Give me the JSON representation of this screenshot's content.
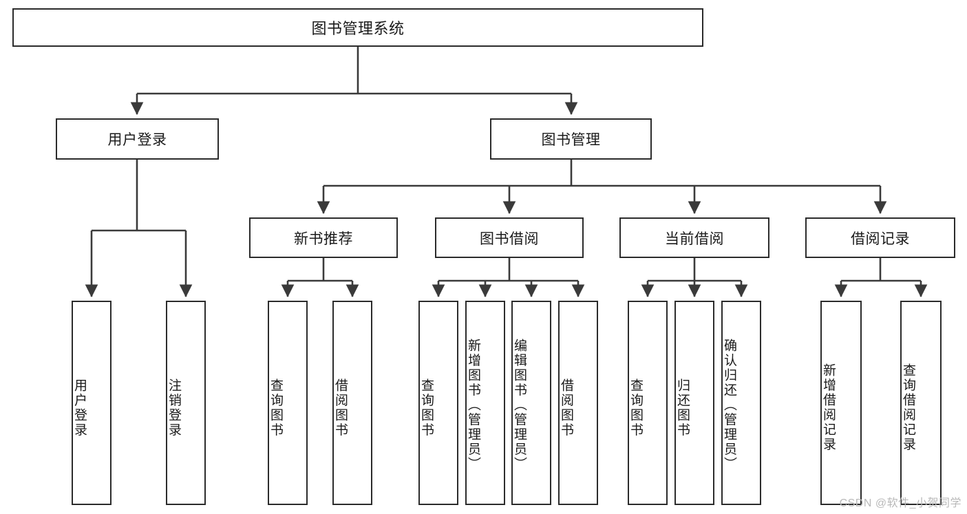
{
  "diagram": {
    "title": "图书管理系统",
    "type": "functional-decomposition-tree",
    "watermark": "CSDN @软件_小贺同学",
    "colors": {
      "box_border": "#2b2b2b",
      "box_fill": "#ffffff",
      "connector": "#3a3a3a",
      "text": "#1a1a1a",
      "watermark": "#b9b9b9",
      "background": "#ffffff"
    },
    "root": {
      "label": "图书管理系统"
    },
    "level2": [
      {
        "label": "用户登录"
      },
      {
        "label": "图书管理"
      }
    ],
    "level3": [
      {
        "label": "新书推荐"
      },
      {
        "label": "图书借阅"
      },
      {
        "label": "当前借阅"
      },
      {
        "label": "借阅记录"
      }
    ],
    "leaves": {
      "user_login": [
        {
          "label": "用户登录"
        },
        {
          "label": "注销登录"
        }
      ],
      "new_book_recommend": [
        {
          "label": "查询图书"
        },
        {
          "label": "借阅图书"
        }
      ],
      "book_borrow": [
        {
          "label": "查询图书"
        },
        {
          "label": "新增图书（管理员）"
        },
        {
          "label": "编辑图书（管理员）"
        },
        {
          "label": "借阅图书"
        }
      ],
      "current_borrow": [
        {
          "label": "查询图书"
        },
        {
          "label": "归还图书"
        },
        {
          "label": "确认归还（管理员）"
        }
      ],
      "borrow_record": [
        {
          "label": "新增借阅记录"
        },
        {
          "label": "查询借阅记录"
        }
      ]
    }
  }
}
